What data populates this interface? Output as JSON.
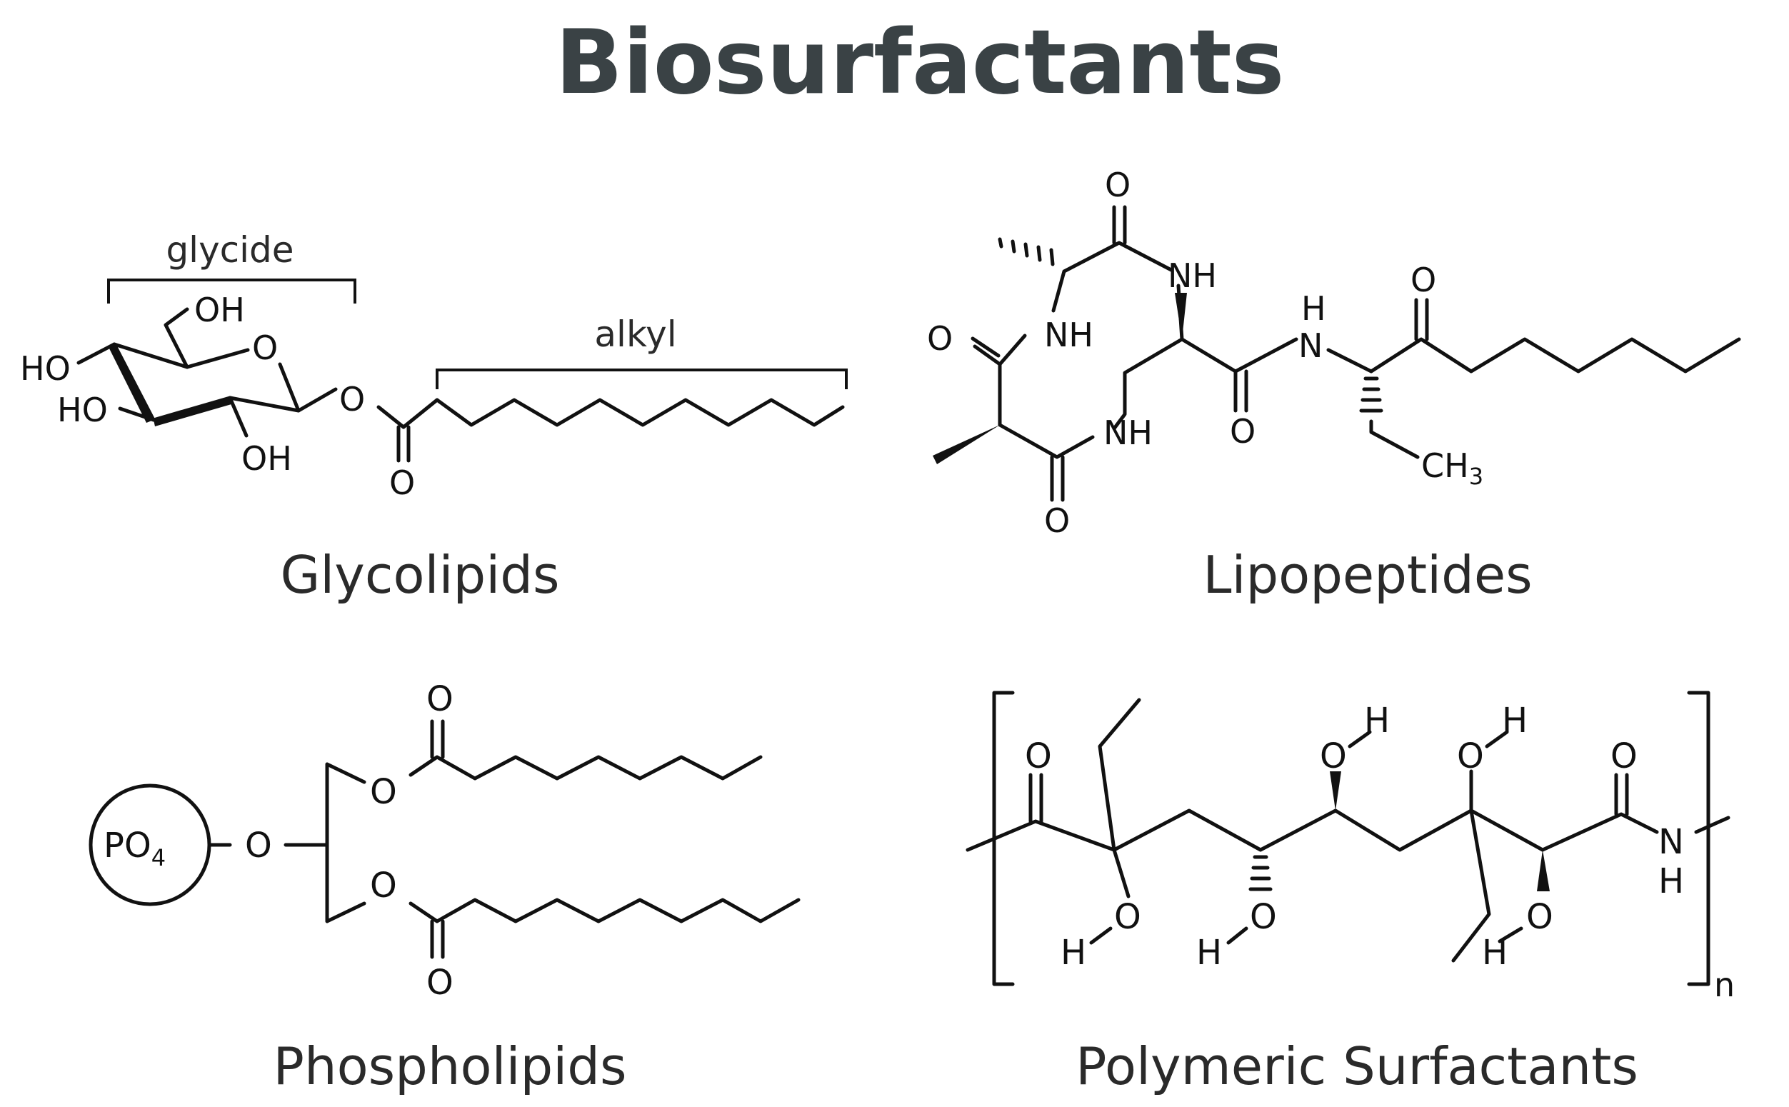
{
  "title": "Biosurfactants",
  "panels": {
    "glycolipids": {
      "caption": "Glycolipids",
      "bracket_glycide": "glycide",
      "bracket_alkyl": "alkyl",
      "atoms": {
        "oh_top": "OH",
        "ho_left": "HO",
        "ring_o": "O",
        "ho_lower": "HO",
        "oh_bottom": "OH",
        "ester_o": "O",
        "carbonyl_o": "O"
      }
    },
    "lipopeptides": {
      "caption": "Lipopeptides",
      "atoms": {
        "o_top": "O",
        "nh_top": "NH",
        "o_left": "O",
        "nh_left": "NH",
        "h_amide": "H",
        "n_amide": "N",
        "o_ketone": "O",
        "nh_bottom": "NH",
        "o_mid": "O",
        "o_bottom": "O",
        "ch3": "CH",
        "ch3_sub": "3"
      }
    },
    "phospholipids": {
      "caption": "Phospholipids",
      "atoms": {
        "po4": "PO",
        "po4_sub": "4",
        "o_link": "O",
        "o_top_carbonyl": "O",
        "o_top_ester": "O",
        "o_bottom_ester": "O",
        "o_bottom_carbonyl": "O"
      }
    },
    "polymeric": {
      "caption": "Polymeric Surfactants",
      "repeat_subscript": "n",
      "atoms": {
        "o_carbonyl_left": "O",
        "o_oh1": "O",
        "h_oh1": "H",
        "o_oh2": "O",
        "h_oh2": "H",
        "o_carbonyl_right": "O",
        "o_low1": "O",
        "h_low1": "H",
        "o_low2": "O",
        "h_low2": "H",
        "o_low3": "O",
        "h_low3": "H",
        "n_amide": "N",
        "h_amide": "H"
      }
    }
  }
}
